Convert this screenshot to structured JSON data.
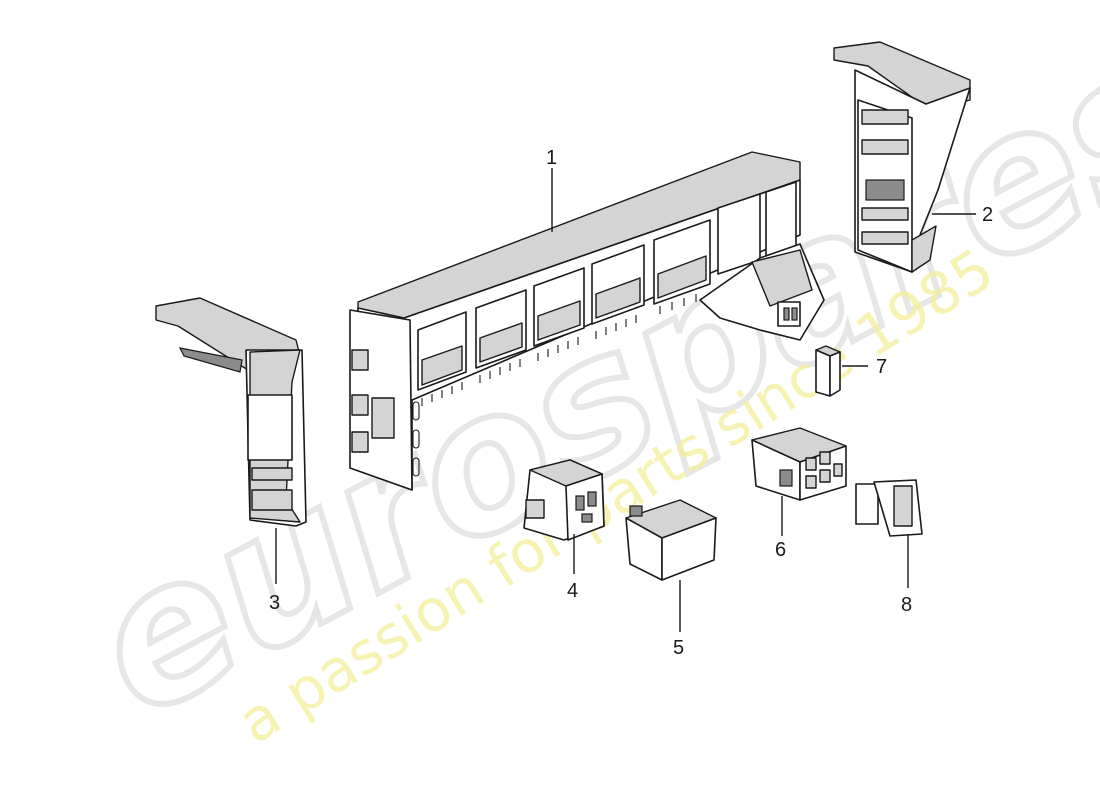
{
  "watermark": {
    "logo_text": "eurospares",
    "tagline": "a passion for parts since 1985"
  },
  "callouts": {
    "c1": "1",
    "c2": "2",
    "c3": "3",
    "c4": "4",
    "c5": "5",
    "c6": "6",
    "c7": "7",
    "c8": "8"
  },
  "parts": [
    {
      "callout": "1",
      "icon": "relay-carrier-bracket-icon"
    },
    {
      "callout": "2",
      "icon": "right-end-cover-icon"
    },
    {
      "callout": "3",
      "icon": "left-end-cover-icon"
    },
    {
      "callout": "4",
      "icon": "relay-socket-icon"
    },
    {
      "callout": "5",
      "icon": "relay-icon"
    },
    {
      "callout": "6",
      "icon": "connector-housing-icon"
    },
    {
      "callout": "7",
      "icon": "fuse-icon"
    },
    {
      "callout": "8",
      "icon": "plug-connector-icon"
    }
  ]
}
